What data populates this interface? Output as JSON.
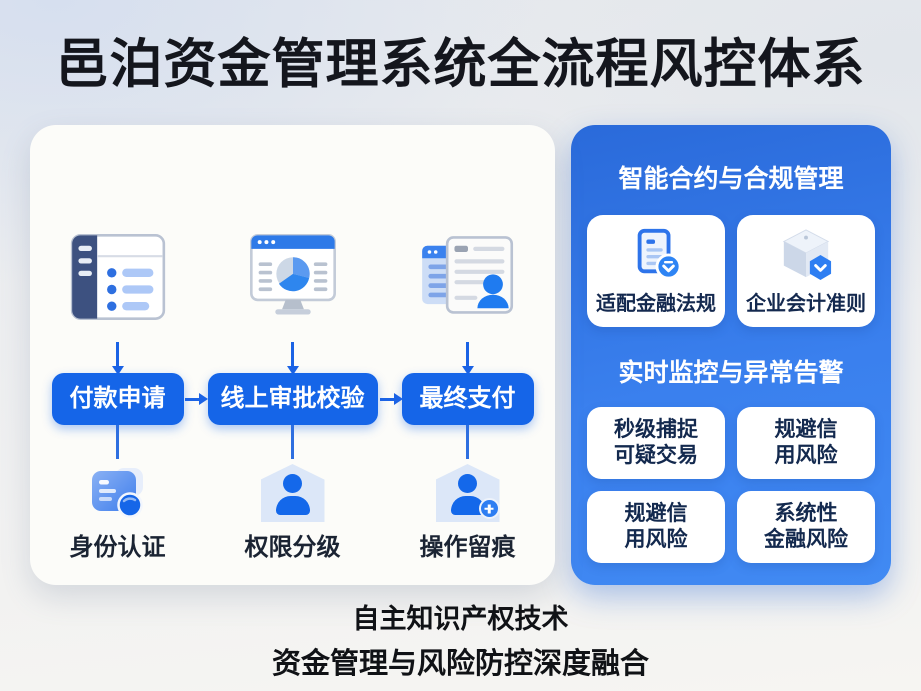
{
  "title": "邑泊资金管理系统全流程风控体系",
  "flow_panel": {
    "steps": [
      {
        "icon": "app-window-list-icon",
        "button_label": "付款申请",
        "sub_icon": "id-card-check-icon",
        "sub_label": "身份认证"
      },
      {
        "icon": "monitor-pie-chart-icon",
        "button_label": "线上审批校验",
        "sub_icon": "user-badge-icon",
        "sub_label": "权限分级"
      },
      {
        "icon": "documents-user-icon",
        "button_label": "最终支付",
        "sub_icon": "user-plus-icon",
        "sub_label": "操作留痕"
      }
    ]
  },
  "side_panel": {
    "section1": {
      "title": "智能合约与合规管理",
      "cards": [
        {
          "icon": "document-check-icon",
          "label": "适配金融法规"
        },
        {
          "icon": "cube-check-icon",
          "label": "企业会计准则"
        }
      ]
    },
    "section2": {
      "title": "实时监控与异常告警",
      "cards": [
        {
          "line1": "秒级捕捉",
          "line2": "可疑交易"
        },
        {
          "line1": "规避信",
          "line2": "用风险"
        },
        {
          "line1": "规避信",
          "line2": "用风险"
        },
        {
          "line1": "系统性",
          "line2": "金融风险"
        }
      ]
    }
  },
  "footer": {
    "line1": "自主知识产权技术",
    "line2": "资金管理与风险防控深度融合"
  },
  "colors": {
    "accent_blue": "#1565e8",
    "arrow_blue": "#1b63e5",
    "side_panel_gradient_top": "#2a6ada",
    "side_panel_gradient_bottom": "#418af3",
    "card_text_navy": "#14294f",
    "title_black": "#14161d"
  }
}
